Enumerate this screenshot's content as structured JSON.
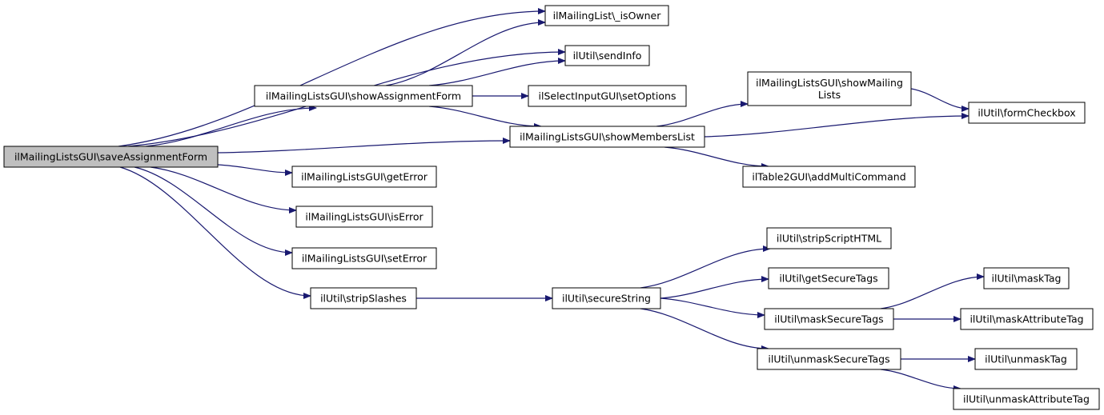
{
  "colors": {
    "edge": "#191970",
    "node_border": "#000000",
    "root_fill": "#bfbfbf",
    "node_fill": "#ffffff"
  },
  "nodes": [
    {
      "id": "root",
      "label": [
        "ilMailingListsGUI\\saveAssignmentForm"
      ]
    },
    {
      "id": "isOwner",
      "label": [
        "ilMailingList\\_isOwner"
      ]
    },
    {
      "id": "sendInfo",
      "label": [
        "ilUtil\\sendInfo"
      ]
    },
    {
      "id": "showAssignment",
      "label": [
        "ilMailingListsGUI\\showAssignmentForm"
      ]
    },
    {
      "id": "setOptions",
      "label": [
        "ilSelectInputGUI\\setOptions"
      ]
    },
    {
      "id": "showMailingLists",
      "label": [
        "ilMailingListsGUI\\showMailing",
        "Lists"
      ]
    },
    {
      "id": "formCheckbox",
      "label": [
        "ilUtil\\formCheckbox"
      ]
    },
    {
      "id": "showMembersList",
      "label": [
        "ilMailingListsGUI\\showMembersList"
      ]
    },
    {
      "id": "addMultiCommand",
      "label": [
        "ilTable2GUI\\addMultiCommand"
      ]
    },
    {
      "id": "getError",
      "label": [
        "ilMailingListsGUI\\getError"
      ]
    },
    {
      "id": "isError",
      "label": [
        "ilMailingListsGUI\\isError"
      ]
    },
    {
      "id": "setError",
      "label": [
        "ilMailingListsGUI\\setError"
      ]
    },
    {
      "id": "stripSlashes",
      "label": [
        "ilUtil\\stripSlashes"
      ]
    },
    {
      "id": "secureString",
      "label": [
        "ilUtil\\secureString"
      ]
    },
    {
      "id": "stripScriptHTML",
      "label": [
        "ilUtil\\stripScriptHTML"
      ]
    },
    {
      "id": "getSecureTags",
      "label": [
        "ilUtil\\getSecureTags"
      ]
    },
    {
      "id": "maskSecureTags",
      "label": [
        "ilUtil\\maskSecureTags"
      ]
    },
    {
      "id": "unmaskSecureTags",
      "label": [
        "ilUtil\\unmaskSecureTags"
      ]
    },
    {
      "id": "maskTag",
      "label": [
        "ilUtil\\maskTag"
      ]
    },
    {
      "id": "maskAttributeTag",
      "label": [
        "ilUtil\\maskAttributeTag"
      ]
    },
    {
      "id": "unmaskTag",
      "label": [
        "ilUtil\\unmaskTag"
      ]
    },
    {
      "id": "unmaskAttributeTag",
      "label": [
        "ilUtil\\unmaskAttributeTag"
      ]
    }
  ],
  "edges": [
    [
      "root",
      "isOwner"
    ],
    [
      "root",
      "sendInfo"
    ],
    [
      "root",
      "showAssignment"
    ],
    [
      "root",
      "showMembersList"
    ],
    [
      "root",
      "getError"
    ],
    [
      "root",
      "isError"
    ],
    [
      "root",
      "setError"
    ],
    [
      "root",
      "stripSlashes"
    ],
    [
      "showAssignment",
      "isOwner"
    ],
    [
      "showAssignment",
      "sendInfo"
    ],
    [
      "showAssignment",
      "setOptions"
    ],
    [
      "showAssignment",
      "showMembersList"
    ],
    [
      "showMembersList",
      "showMailingLists"
    ],
    [
      "showMembersList",
      "formCheckbox"
    ],
    [
      "showMembersList",
      "addMultiCommand"
    ],
    [
      "showMailingLists",
      "formCheckbox"
    ],
    [
      "stripSlashes",
      "secureString"
    ],
    [
      "secureString",
      "stripScriptHTML"
    ],
    [
      "secureString",
      "getSecureTags"
    ],
    [
      "secureString",
      "maskSecureTags"
    ],
    [
      "secureString",
      "unmaskSecureTags"
    ],
    [
      "maskSecureTags",
      "maskTag"
    ],
    [
      "maskSecureTags",
      "maskAttributeTag"
    ],
    [
      "unmaskSecureTags",
      "unmaskTag"
    ],
    [
      "unmaskSecureTags",
      "unmaskAttributeTag"
    ]
  ]
}
